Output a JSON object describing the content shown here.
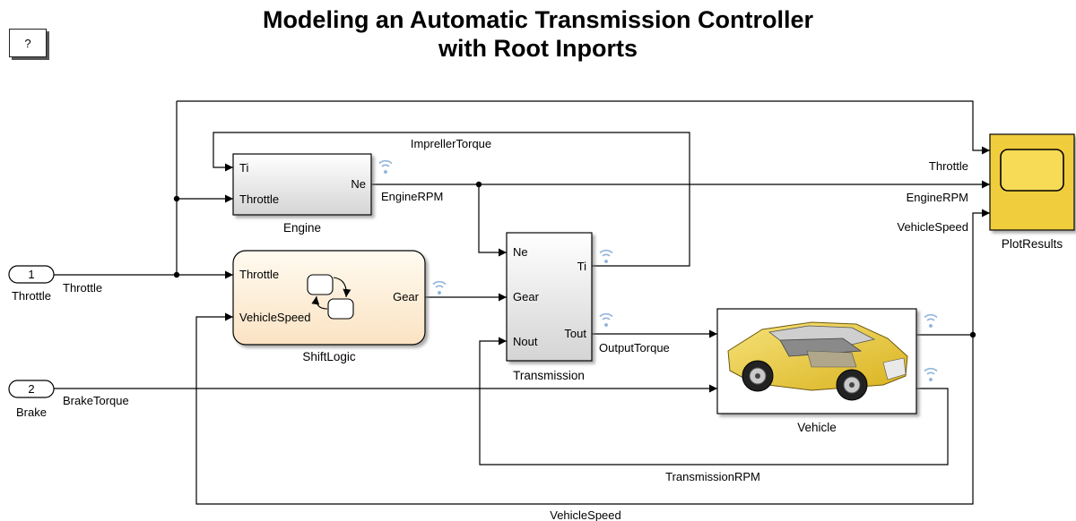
{
  "title": {
    "line1": "Modeling an Automatic Transmission Controller",
    "line2": "with Root Inports"
  },
  "help_button": {
    "label": "?"
  },
  "inports": [
    {
      "number": "1",
      "name": "Throttle",
      "signal": "Throttle"
    },
    {
      "number": "2",
      "name": "Brake",
      "signal": "BrakeTorque"
    }
  ],
  "blocks": {
    "engine": {
      "name": "Engine",
      "inputs": [
        "Ti",
        "Throttle"
      ],
      "outputs": [
        "Ne"
      ]
    },
    "shiftlogic": {
      "name": "ShiftLogic",
      "inputs": [
        "Throttle",
        "VehicleSpeed"
      ],
      "outputs": [
        "Gear"
      ]
    },
    "transmission": {
      "name": "Transmission",
      "inputs": [
        "Ne",
        "Gear",
        "Nout"
      ],
      "outputs": [
        "Ti",
        "Tout"
      ]
    },
    "vehicle": {
      "name": "Vehicle"
    },
    "plotresults": {
      "name": "PlotResults"
    }
  },
  "signals": {
    "imprellertorque": "ImprellerTorque",
    "enginerpm": "EngineRPM",
    "outputtorque": "OutputTorque",
    "transmissionrpm": "TransmissionRPM",
    "vehiclespeed": "VehicleSpeed",
    "scope_throttle": "Throttle",
    "scope_enginerpm": "EngineRPM",
    "scope_vehiclespeed": "VehicleSpeed"
  },
  "colors": {
    "line": "#000000",
    "wifi_badge": "#8fb4d9",
    "scope_fill": "#f0cd3c",
    "stateflow_fill": "#fdf0dc"
  }
}
